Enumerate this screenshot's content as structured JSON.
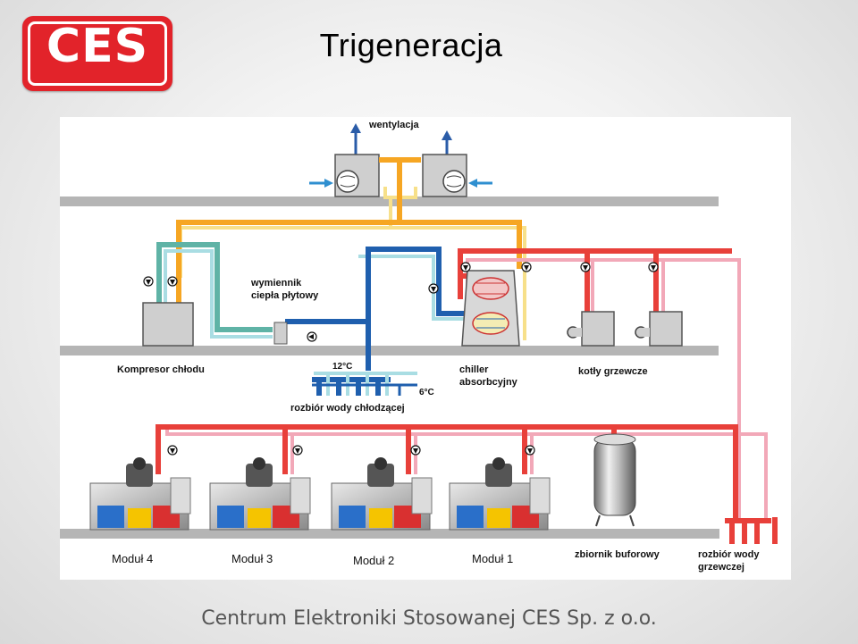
{
  "header": {
    "logo_text": "CES",
    "title": "Trigeneracja"
  },
  "diagram": {
    "labels": {
      "ventilation": "wentylacja",
      "heat_exchanger_line1": "wymiennik",
      "heat_exchanger_line2": "ciepła płytowy",
      "compressor": "Kompresor chłodu",
      "temp_high": "12°C",
      "temp_low": "6°C",
      "chilled_water": "rozbiór wody chłodzącej",
      "chiller_line1": "chiller",
      "chiller_line2": "absorbcyjny",
      "boilers": "kotły grzewcze",
      "buffer_tank": "zbiornik buforowy",
      "heating_water_line1": "rozbiór wody",
      "heating_water_line2": "grzewczej"
    },
    "modules": [
      "Moduł 4",
      "Moduł 3",
      "Moduł 2",
      "Moduł 1"
    ]
  },
  "colors": {
    "pipe_red": "#e8403a",
    "pipe_pink": "#f2a8b8",
    "pipe_orange": "#f6a623",
    "pipe_yellow_light": "#f7e08a",
    "pipe_teal": "#5fb3a6",
    "pipe_cyan_light": "#a9dde3",
    "pipe_blue": "#1f5fae",
    "shelf_gray": "#b5b5b5",
    "logo_red": "#e2232a"
  },
  "footer": {
    "company": "Centrum Elektroniki Stosowanej CES Sp. z o.o."
  }
}
